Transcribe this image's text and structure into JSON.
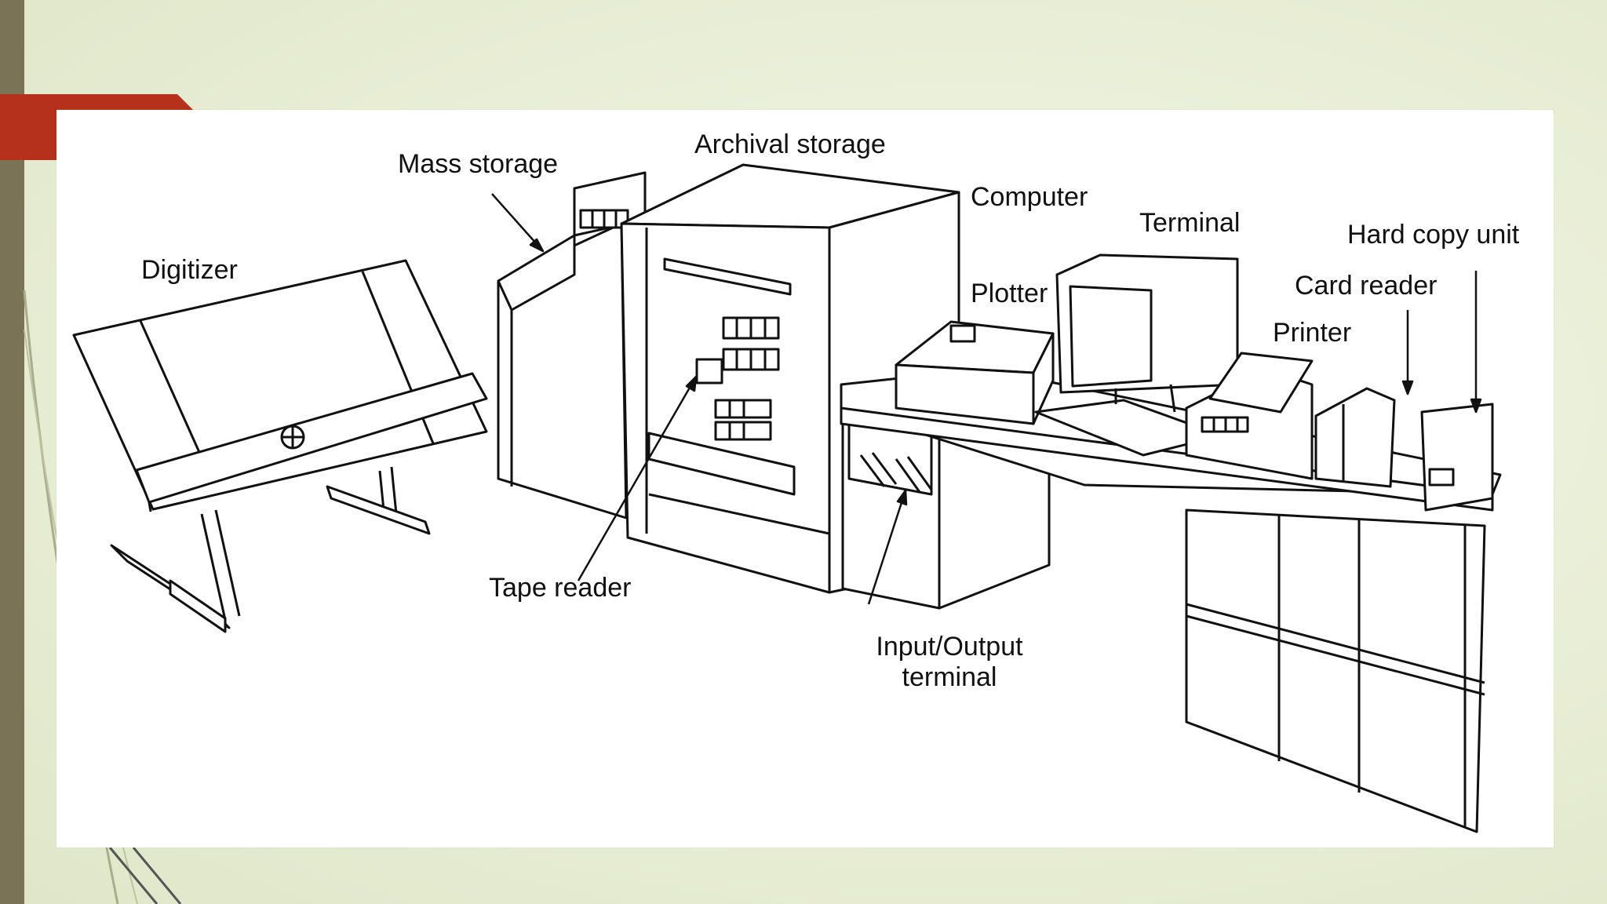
{
  "slide": {
    "accent_color": "#b5311c",
    "side_bar_color": "#7a7355",
    "background_color": "#eef2dd"
  },
  "figure": {
    "labels": {
      "mass_storage": "Mass storage",
      "archival_storage": "Archival storage",
      "computer": "Computer",
      "terminal": "Terminal",
      "hard_copy_unit": "Hard copy unit",
      "digitizer": "Digitizer",
      "card_reader": "Card reader",
      "plotter": "Plotter",
      "printer": "Printer",
      "tape_reader": "Tape reader",
      "io_terminal_line1": "Input/Output",
      "io_terminal_line2": "terminal"
    }
  }
}
